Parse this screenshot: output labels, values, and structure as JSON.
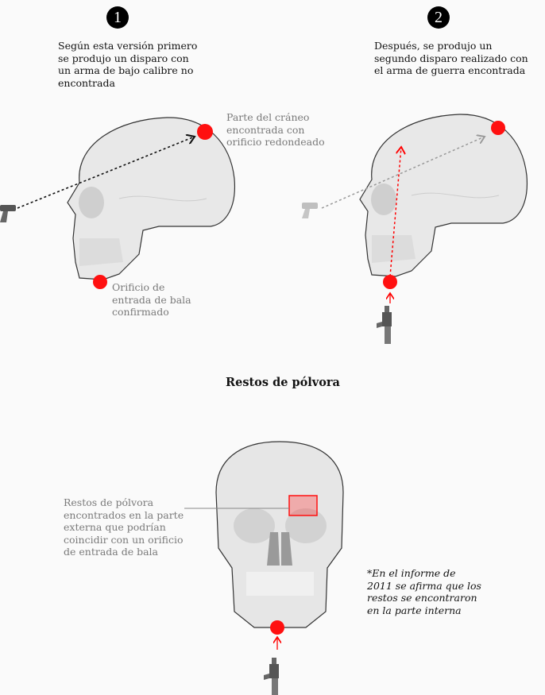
{
  "step1": {
    "number": "1",
    "description": [
      "Según esta versión primero",
      "se produjo un disparo con",
      "un arma de bajo calibre no",
      "encontrada"
    ],
    "label_top": [
      "Parte del cráneo",
      "encontrada con",
      "orificio redondeado"
    ],
    "label_bottom": [
      "Orificio de",
      "entrada de bala",
      "confirmado"
    ]
  },
  "step2": {
    "number": "2",
    "description": [
      "Después, se produjo un",
      "segundo disparo realizado con",
      "el arma de guerra encontrada"
    ]
  },
  "section": {
    "title": "Restos de pólvora",
    "label": [
      "Restos de pólvora",
      "encontrados en la parte",
      "externa que podrían",
      "coincidir con un orificio",
      "de entrada de bala"
    ],
    "note": [
      "*En el informe de",
      "2011 se afirma que los",
      "restos se encontraron",
      "en la parte interna"
    ]
  },
  "colors": {
    "accent": "#ff1010",
    "text": "#111111",
    "muted": "#7a7a7a",
    "background": "#fafafa"
  }
}
